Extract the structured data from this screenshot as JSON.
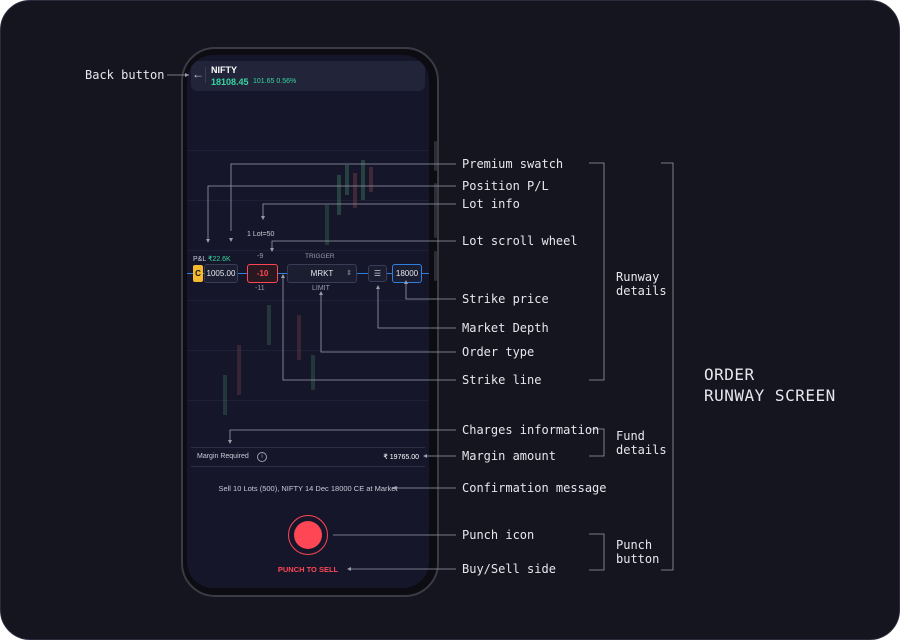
{
  "phone": {
    "ticker": "NIFTY",
    "price": "18108.45",
    "change": "101.65  0.56%",
    "pl_label": "P&L",
    "pl_value": "₹22.6K",
    "option_type": "C",
    "premium": "1005.00",
    "lot_info": "1 Lot=50",
    "lot_above": "-9",
    "lot_value": "-10",
    "lot_below": "-11",
    "trigger_label": "TRIGGER",
    "order_type": "MRKT",
    "limit_label": "LIMIT",
    "strike": "18000",
    "margin_label": "Margin Required",
    "margin_amount": "₹ 19765.00",
    "confirmation": "Sell 10 Lots (500), NIFTY 14 Dec 18000 CE at Market",
    "punch_label": "PUNCH TO SELL"
  },
  "annotations": {
    "back_button": "Back button",
    "premium_swatch": "Premium swatch",
    "position_pl": "Position P/L",
    "lot_info": "Lot info",
    "lot_scroll_wheel": "Lot scroll wheel",
    "strike_price": "Strike price",
    "market_depth": "Market Depth",
    "order_type": "Order type",
    "strike_line": "Strike line",
    "charges_information": "Charges information",
    "margin_amount": "Margin amount",
    "confirmation_message": "Confirmation message",
    "punch_icon": "Punch icon",
    "buy_sell_side": "Buy/Sell side"
  },
  "groups": {
    "runway_details_1": "Runway",
    "runway_details_2": "details",
    "fund_details_1": "Fund",
    "fund_details_2": "details",
    "punch_button_1": "Punch",
    "punch_button_2": "button"
  },
  "screen_title_1": "ORDER",
  "screen_title_2": "RUNWAY SCREEN",
  "colors": {
    "background": "#14151f",
    "accent_green": "#37d6a0",
    "accent_red": "#ff4655",
    "badge_yellow": "#f5b82e",
    "strike_blue": "#2f7fe0"
  }
}
